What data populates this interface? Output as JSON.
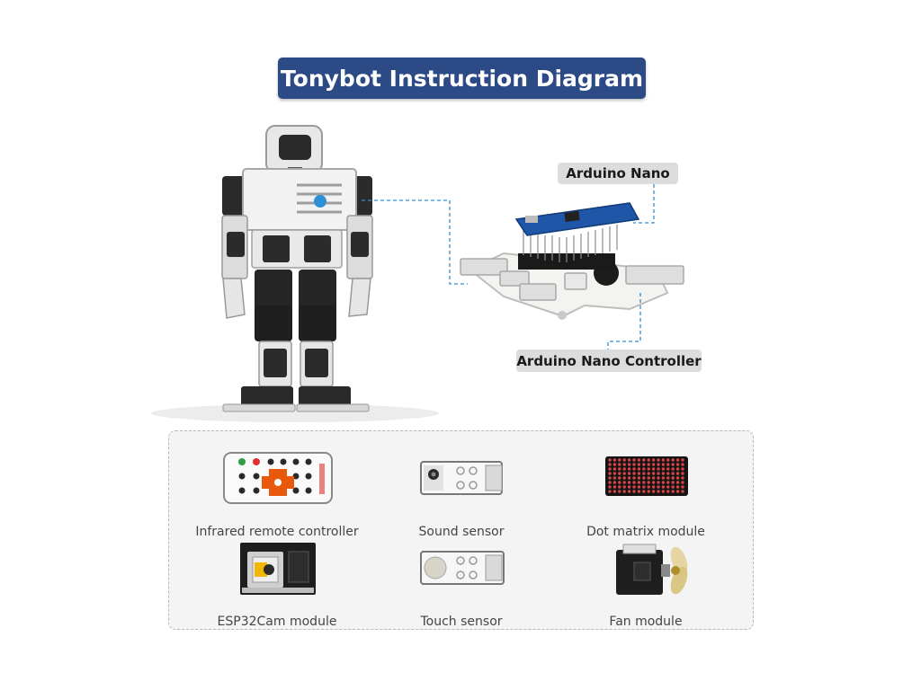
{
  "title": "Tonybot Instruction Diagram",
  "labels": {
    "arduino_nano": "Arduino Nano",
    "arduino_nano_controller": "Arduino Nano Controller"
  },
  "modules": [
    {
      "name": "Infrared remote controller",
      "icon": "remote-icon"
    },
    {
      "name": "Sound sensor",
      "icon": "sound-sensor-icon"
    },
    {
      "name": "Dot matrix module",
      "icon": "dot-matrix-icon"
    },
    {
      "name": "ESP32Cam module",
      "icon": "esp32cam-icon"
    },
    {
      "name": "Touch sensor",
      "icon": "touch-sensor-icon"
    },
    {
      "name": "Fan module",
      "icon": "fan-icon"
    }
  ],
  "colors": {
    "banner": "#2b4a86",
    "connector": "#2f8fd6",
    "nano_board": "#1f56a8",
    "panel_bg": "#f4f4f4"
  }
}
